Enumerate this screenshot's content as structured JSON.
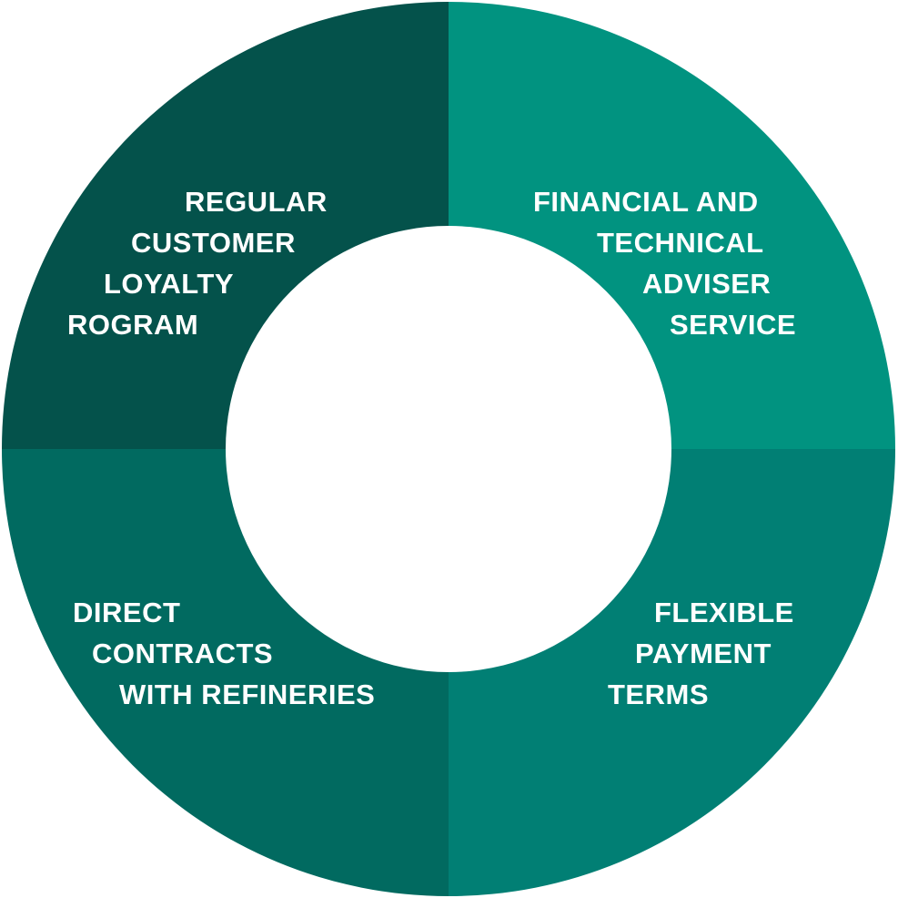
{
  "diagram": {
    "segments": [
      {
        "id": "top-left",
        "color": "#04524b",
        "lines": [
          "REGULAR",
          "CUSTOMER",
          "LOYALTY",
          "ROGRAM"
        ]
      },
      {
        "id": "top-right",
        "color": "#019380",
        "lines": [
          "FINANCIAL AND",
          "TECHNICAL",
          "ADVISER",
          "SERVICE"
        ]
      },
      {
        "id": "bottom-right",
        "color": "#017f74",
        "lines": [
          "FLEXIBLE",
          "PAYMENT",
          "TERMS"
        ]
      },
      {
        "id": "bottom-left",
        "color": "#016a60",
        "lines": [
          "DIRECT",
          "CONTRACTS",
          "WITH REFINERIES"
        ]
      }
    ]
  }
}
